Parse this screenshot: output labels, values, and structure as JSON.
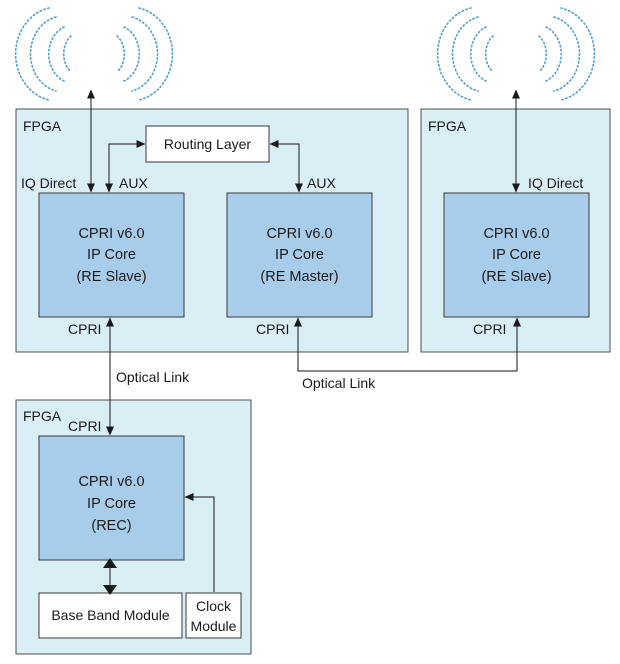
{
  "fpga_label": "FPGA",
  "core_title_line1": "CPRI v6.0",
  "core_title_line2": "IP Core",
  "fpga_top_left": {
    "label": "FPGA",
    "routing_layer": "Routing Layer",
    "iq_direct": "IQ Direct",
    "aux_left": "AUX",
    "aux_right": "AUX",
    "core_slave": {
      "role": "(RE Slave)",
      "cpri": "CPRI"
    },
    "core_master": {
      "role": "(RE Master)",
      "cpri": "CPRI"
    }
  },
  "fpga_top_right": {
    "label": "FPGA",
    "iq_direct": "IQ Direct",
    "core_slave": {
      "role": "(RE Slave)",
      "cpri": "CPRI"
    }
  },
  "fpga_bottom": {
    "label": "FPGA",
    "cpri": "CPRI",
    "core_rec": {
      "role": "(REC)"
    },
    "base_band_module": "Base Band Module",
    "clock_module_line1": "Clock",
    "clock_module_line2": "Module"
  },
  "links": {
    "optical_link_left": "Optical Link",
    "optical_link_right": "Optical Link"
  },
  "colors": {
    "fpga_fill": "#d9eef5",
    "core_fill": "#a8cdeb",
    "wave_stroke": "#4f9ed1"
  }
}
